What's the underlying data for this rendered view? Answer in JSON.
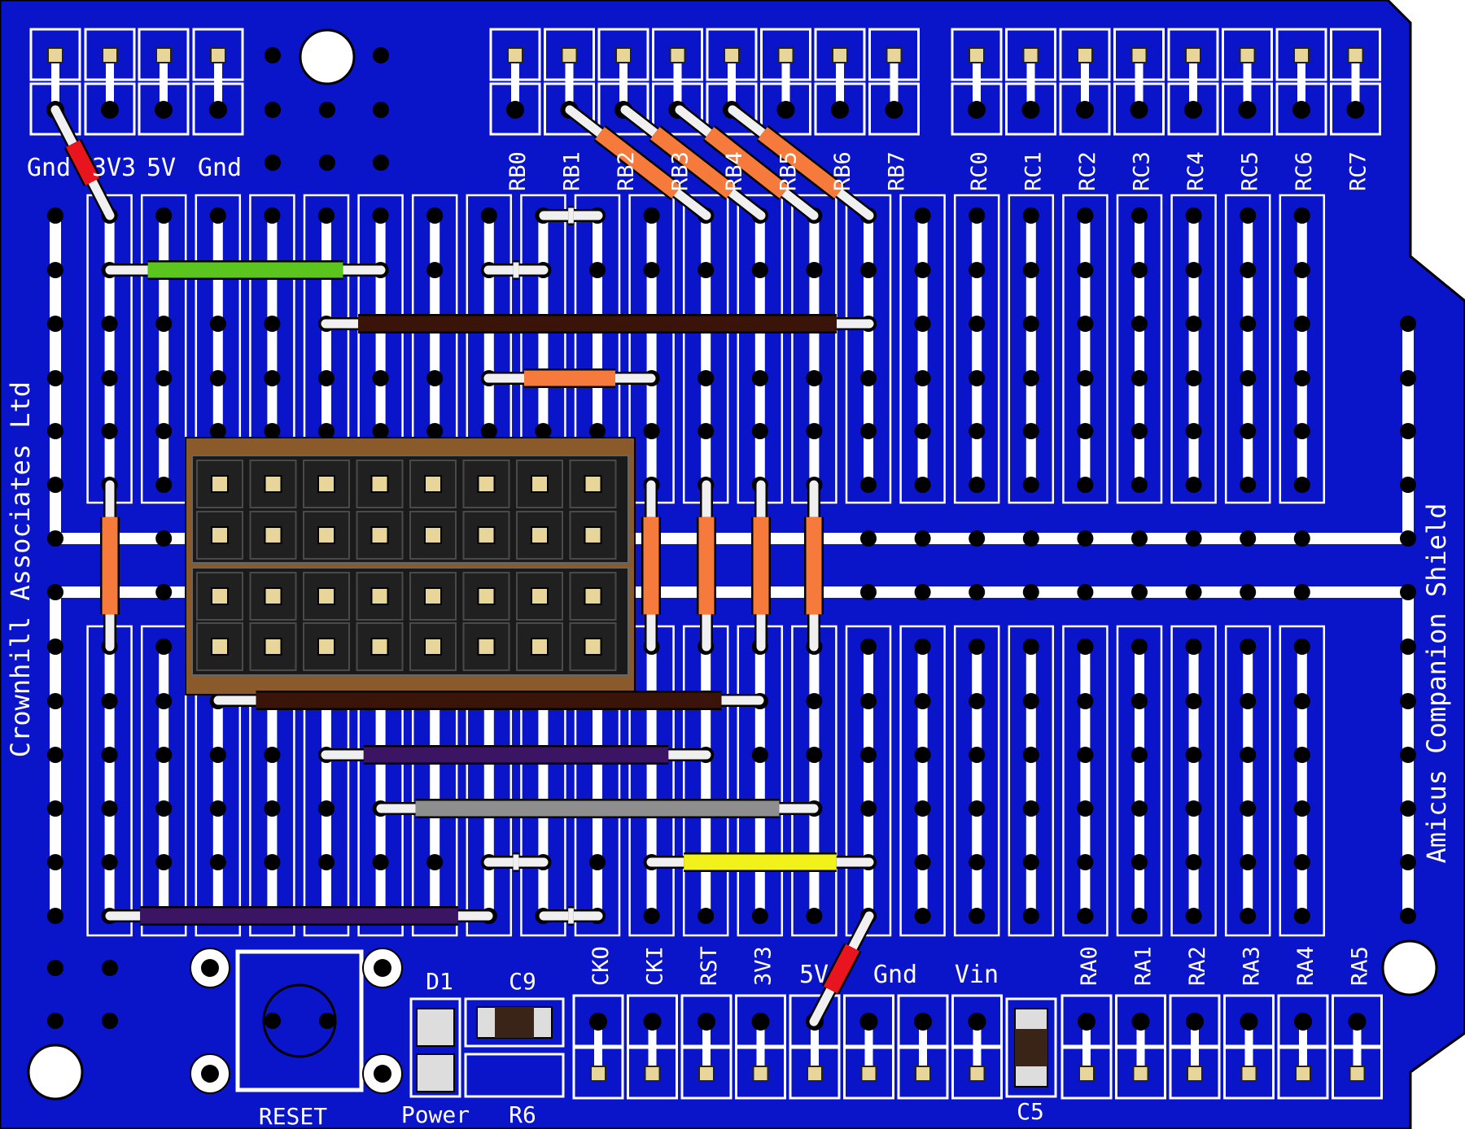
{
  "board": {
    "maker": "Crownhill Associates Ltd",
    "product": "Amicus Companion Shield",
    "colors": {
      "pcb": "#0a14c8",
      "silk": "#ffffff",
      "hole": "#000000",
      "pad_gold": "#e8d59a",
      "perf": "#8a5a2a",
      "header_black": "#1a1a1a"
    }
  },
  "labels": {
    "top_left": [
      "Gnd",
      "3V3",
      "5V",
      "Gnd"
    ],
    "top_rb": [
      "RB0",
      "RB1",
      "RB2",
      "RB3",
      "RB4",
      "RB5",
      "RB6",
      "RB7"
    ],
    "top_rc": [
      "RC0",
      "RC1",
      "RC2",
      "RC3",
      "RC4",
      "RC5",
      "RC6",
      "RC7"
    ],
    "bottom_misc": [
      "CKO",
      "CKI",
      "RST",
      "3V3"
    ],
    "bottom_power": [
      "5V",
      "Gnd",
      "Vin"
    ],
    "bottom_ra": [
      "RA0",
      "RA1",
      "RA2",
      "RA3",
      "RA4",
      "RA5"
    ]
  },
  "components": {
    "reset": "RESET",
    "d1": "D1",
    "c9": "C9",
    "power": "Power",
    "r6": "R6",
    "c5": "C5"
  },
  "wire_colors": {
    "red": "#e8141e",
    "orange": "#f57a3c",
    "green": "#5cc41e",
    "brown": "#3a1408",
    "purple": "#3c1464",
    "gray": "#8e8e8e",
    "yellow": "#f2f21a"
  }
}
